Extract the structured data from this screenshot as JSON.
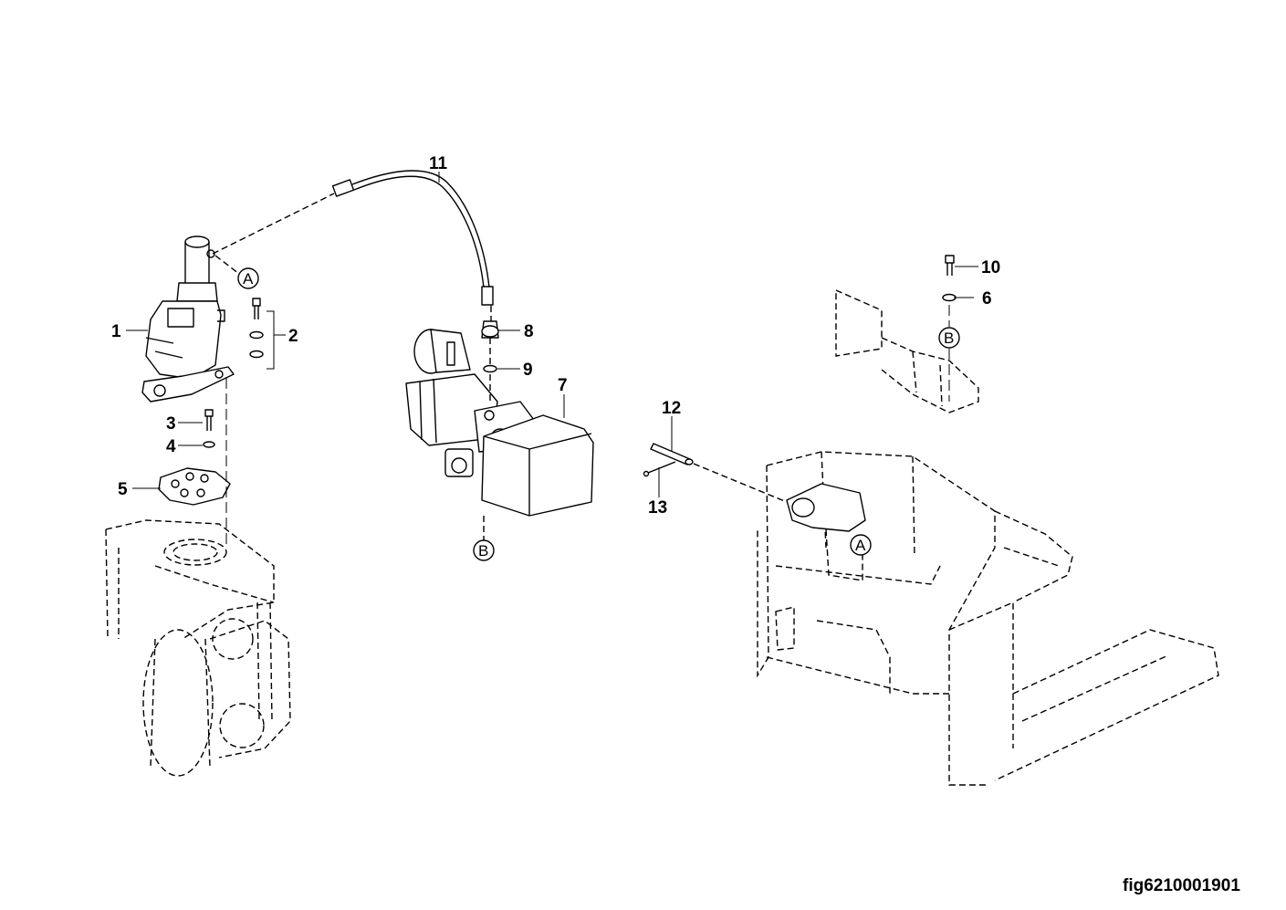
{
  "figure_id": "fig6210001901",
  "callouts": [
    {
      "id": "callout-1",
      "label": "1"
    },
    {
      "id": "callout-2",
      "label": "2"
    },
    {
      "id": "callout-3",
      "label": "3"
    },
    {
      "id": "callout-4",
      "label": "4"
    },
    {
      "id": "callout-5",
      "label": "5"
    },
    {
      "id": "callout-6",
      "label": "6"
    },
    {
      "id": "callout-7",
      "label": "7"
    },
    {
      "id": "callout-8",
      "label": "8"
    },
    {
      "id": "callout-9",
      "label": "9"
    },
    {
      "id": "callout-10",
      "label": "10"
    },
    {
      "id": "callout-11",
      "label": "11"
    },
    {
      "id": "callout-12",
      "label": "12"
    },
    {
      "id": "callout-13",
      "label": "13"
    }
  ],
  "reference_markers": [
    {
      "id": "marker-a-pump",
      "label": "A"
    },
    {
      "id": "marker-a-frame",
      "label": "A"
    },
    {
      "id": "marker-b-tank",
      "label": "B"
    },
    {
      "id": "marker-b-bracket",
      "label": "B"
    }
  ]
}
